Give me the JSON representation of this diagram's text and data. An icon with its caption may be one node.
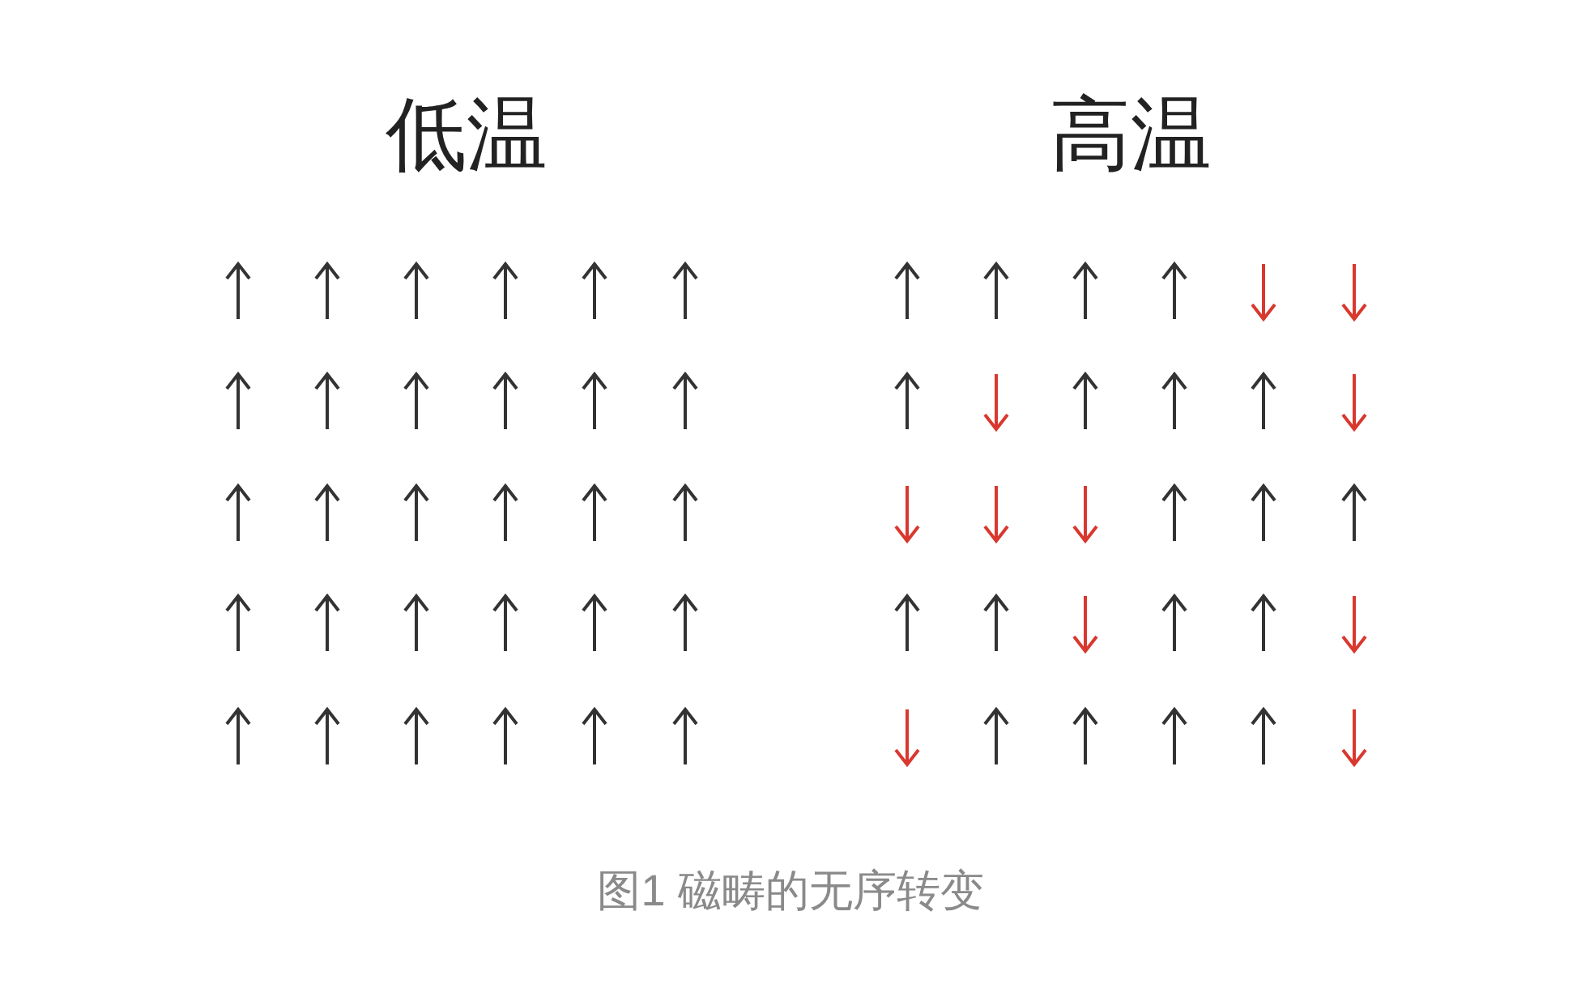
{
  "diagram": {
    "caption": "图1 磁畴的无序转变",
    "labels": [
      "低温",
      "高温"
    ]
  }
}
